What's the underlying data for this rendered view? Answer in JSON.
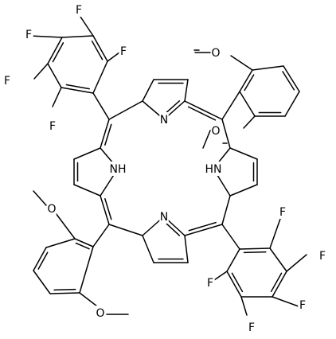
{
  "molecule": {
    "atom_labels": {
      "fluorine": "F",
      "pyrrole_n": "N",
      "pyrrole_nh": "NH",
      "pyrrole_hn": "HN",
      "methoxy_o": "O"
    },
    "colors": {
      "bond": "#000000",
      "text": "#000000",
      "background": "#ffffff"
    }
  }
}
